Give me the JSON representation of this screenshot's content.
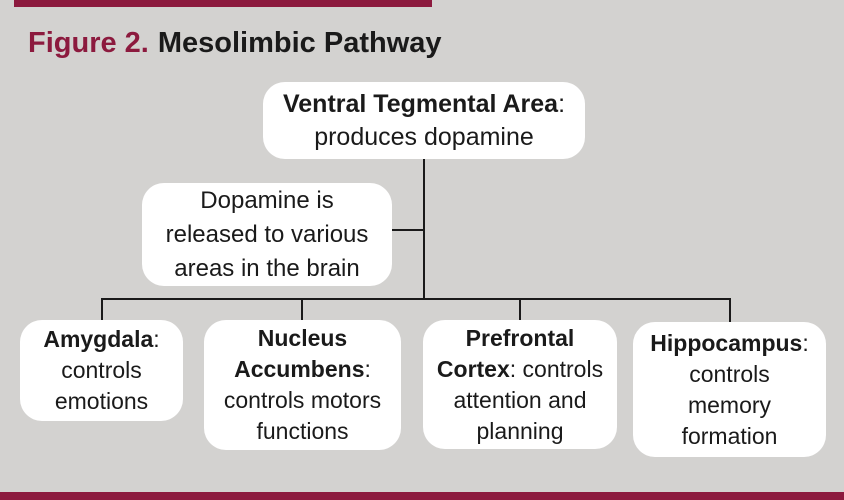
{
  "figure": {
    "label": "Figure 2.",
    "title": "Mesolimbic Pathway"
  },
  "colors": {
    "background": "#D3D2D0",
    "accent_maroon": "#8C1A3E",
    "node_fill": "#FFFFFF",
    "text": "#1A1A1A",
    "line": "#1A1A1A"
  },
  "vta": {
    "lines": [
      {
        "b": "Ventral Tegmental Area",
        "r": ":"
      },
      {
        "r": "produces dopamine"
      }
    ]
  },
  "note": {
    "lines": [
      {
        "r": "Dopamine is"
      },
      {
        "r": "released to various"
      },
      {
        "r": "areas in the brain"
      }
    ]
  },
  "regions": [
    {
      "id": "amygdala",
      "lines": [
        {
          "b": "Amygdala",
          "r": ":"
        },
        {
          "r": "controls"
        },
        {
          "r": "emotions"
        }
      ]
    },
    {
      "id": "nucleus-accumbens",
      "lines": [
        {
          "b": "Nucleus"
        },
        {
          "b": "Accumbens",
          "r": ":"
        },
        {
          "r": "controls motors"
        },
        {
          "r": "functions"
        }
      ]
    },
    {
      "id": "prefrontal-cortex",
      "lines": [
        {
          "b": "Prefrontal"
        },
        {
          "b": "Cortex",
          "r": ": controls"
        },
        {
          "r": "attention and"
        },
        {
          "r": "planning"
        }
      ]
    },
    {
      "id": "hippocampus",
      "lines": [
        {
          "b": "Hippocampus",
          "r": ":"
        },
        {
          "r": "controls"
        },
        {
          "r": "memory"
        },
        {
          "r": "formation"
        }
      ]
    }
  ],
  "edges": [
    {
      "from": "ventral-tegmental-area",
      "to": "dopamine-note"
    },
    {
      "from": "ventral-tegmental-area",
      "to": "amygdala"
    },
    {
      "from": "ventral-tegmental-area",
      "to": "nucleus-accumbens"
    },
    {
      "from": "ventral-tegmental-area",
      "to": "prefrontal-cortex"
    },
    {
      "from": "ventral-tegmental-area",
      "to": "hippocampus"
    }
  ]
}
